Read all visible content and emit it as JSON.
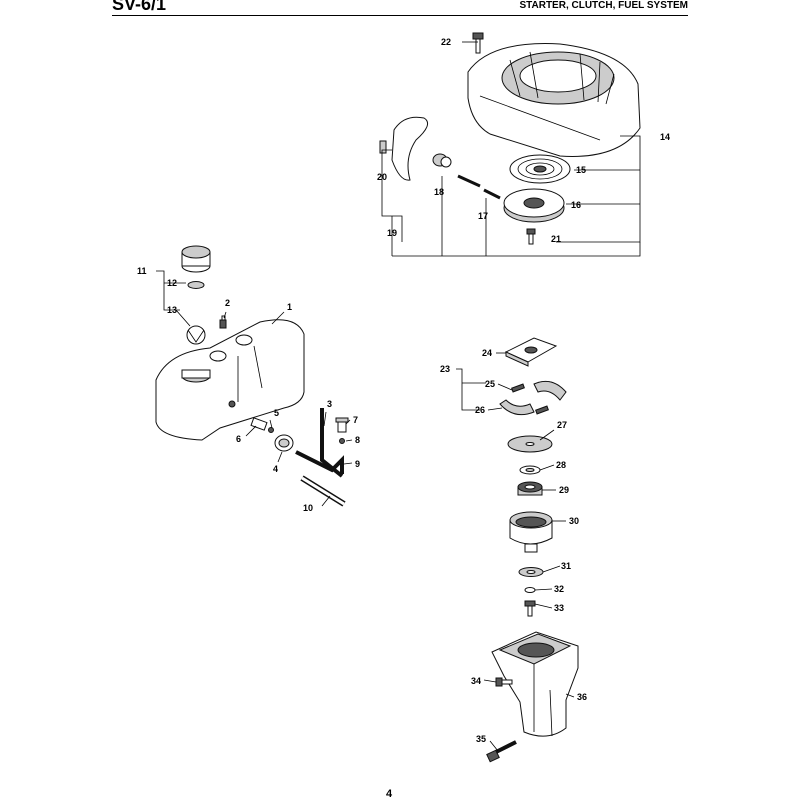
{
  "header": {
    "model": "SV-6/1",
    "section": "STARTER, CLUTCH, FUEL SYSTEM"
  },
  "parts": [
    {
      "id": "part-1",
      "text": "1"
    },
    {
      "id": "part-2",
      "text": "2"
    },
    {
      "id": "part-3",
      "text": "3"
    },
    {
      "id": "part-4",
      "text": "4"
    },
    {
      "id": "part-5",
      "text": "5"
    },
    {
      "id": "part-6",
      "text": "6"
    },
    {
      "id": "part-7",
      "text": "7"
    },
    {
      "id": "part-8",
      "text": "8"
    },
    {
      "id": "part-9",
      "text": "9"
    },
    {
      "id": "part-10",
      "text": "10"
    },
    {
      "id": "part-11",
      "text": "11"
    },
    {
      "id": "part-12",
      "text": "12"
    },
    {
      "id": "part-13",
      "text": "13"
    },
    {
      "id": "part-14",
      "text": "14"
    },
    {
      "id": "part-15",
      "text": "15"
    },
    {
      "id": "part-16",
      "text": "16"
    },
    {
      "id": "part-17",
      "text": "17"
    },
    {
      "id": "part-18",
      "text": "18"
    },
    {
      "id": "part-19",
      "text": "19"
    },
    {
      "id": "part-20",
      "text": "20"
    },
    {
      "id": "part-21",
      "text": "21"
    },
    {
      "id": "part-22",
      "text": "22"
    },
    {
      "id": "part-23",
      "text": "23"
    },
    {
      "id": "part-24",
      "text": "24"
    },
    {
      "id": "part-25",
      "text": "25"
    },
    {
      "id": "part-26",
      "text": "26"
    },
    {
      "id": "part-27",
      "text": "27"
    },
    {
      "id": "part-28",
      "text": "28"
    },
    {
      "id": "part-29",
      "text": "29"
    },
    {
      "id": "part-30",
      "text": "30"
    },
    {
      "id": "part-31",
      "text": "31"
    },
    {
      "id": "part-32",
      "text": "32"
    },
    {
      "id": "part-33",
      "text": "33"
    },
    {
      "id": "part-34",
      "text": "34"
    },
    {
      "id": "part-35",
      "text": "35"
    },
    {
      "id": "part-36",
      "text": "36"
    }
  ],
  "footer": {
    "page_number": "4"
  }
}
